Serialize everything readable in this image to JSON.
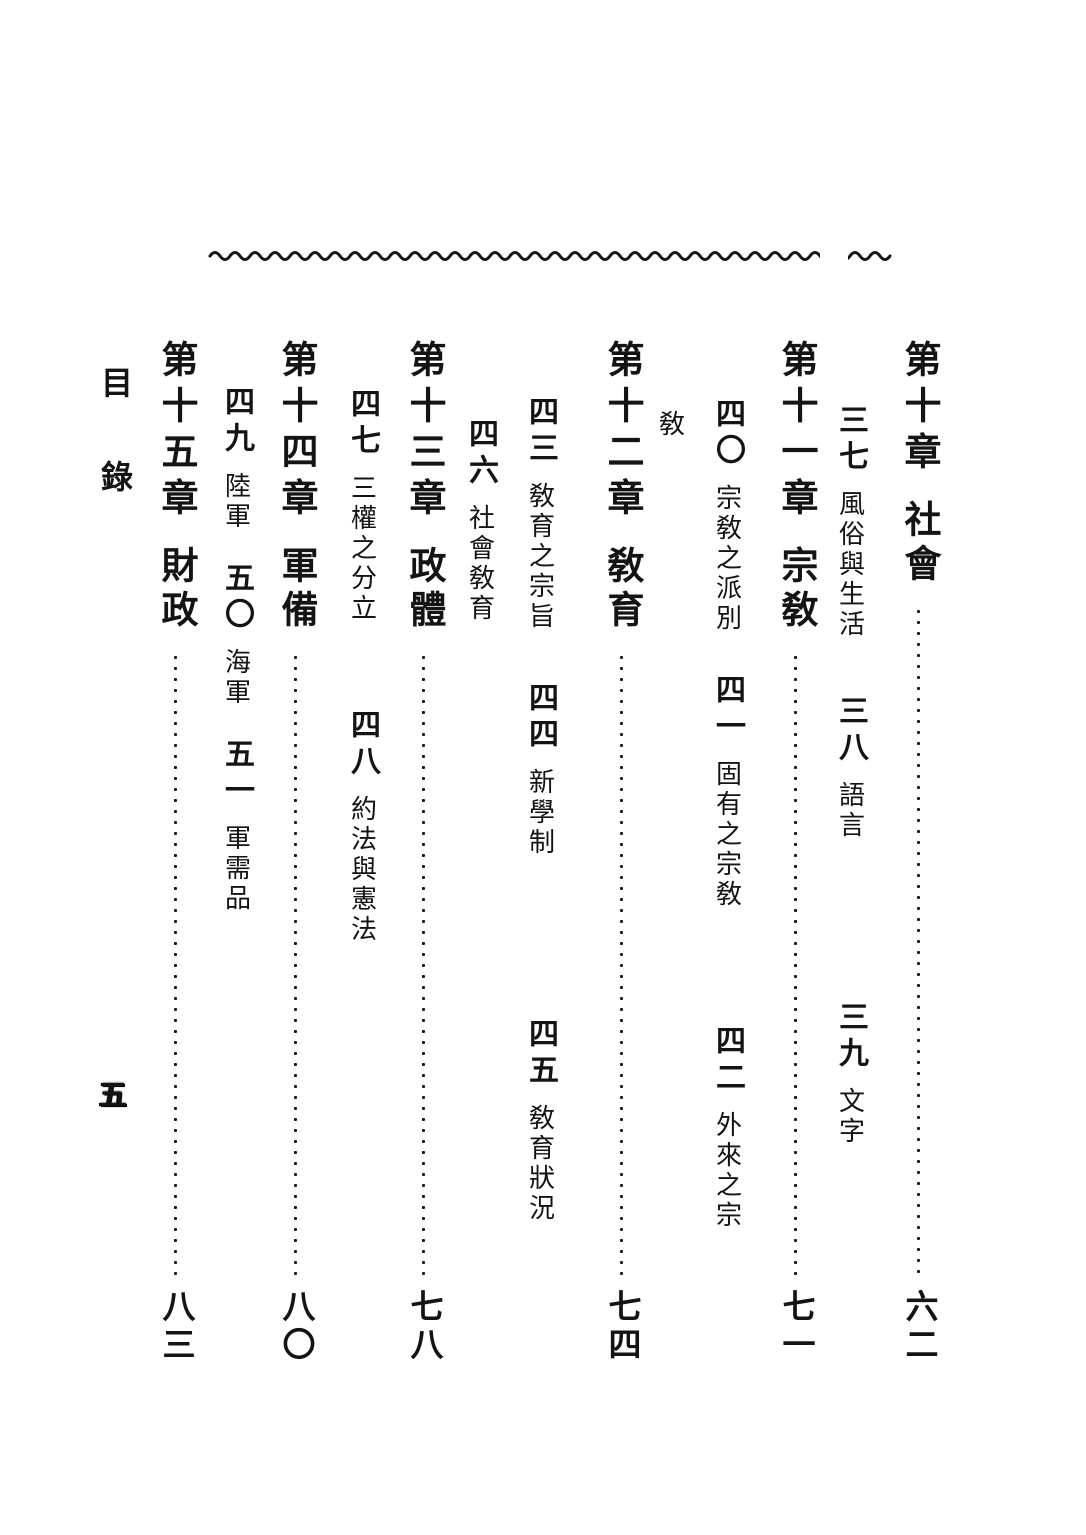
{
  "header": {
    "label": "目錄"
  },
  "folio": "五",
  "ink": "#141414",
  "paper": "#ffffff",
  "toc": [
    {
      "chapter": "第十章",
      "title": "社會",
      "page": "六二",
      "sections": [
        {
          "num": "三七",
          "label": "風俗與生活"
        },
        {
          "num": "三八",
          "label": "語言"
        },
        {
          "num": "三九",
          "label": "文字"
        }
      ]
    },
    {
      "chapter": "第十一章",
      "title": "宗敎",
      "page": "七一",
      "sections": [
        {
          "num": "四〇",
          "label": "宗敎之派別"
        },
        {
          "num": "四一",
          "label": "固有之宗敎"
        },
        {
          "num": "四二",
          "label": "外來之宗敎",
          "label_line1": "外來之宗",
          "label_line2": "敎"
        }
      ]
    },
    {
      "chapter": "第十二章",
      "title": "敎育",
      "page": "七四",
      "sections": [
        {
          "num": "四三",
          "label": "敎育之宗旨"
        },
        {
          "num": "四四",
          "label": "新學制"
        },
        {
          "num": "四五",
          "label": "敎育狀況"
        },
        {
          "num": "四六",
          "label": "社會敎育"
        }
      ]
    },
    {
      "chapter": "第十三章",
      "title": "政體",
      "page": "七八",
      "sections": [
        {
          "num": "四七",
          "label": "三權之分立"
        },
        {
          "num": "四八",
          "label": "約法與憲法"
        }
      ]
    },
    {
      "chapter": "第十四章",
      "title": "軍備",
      "page": "八〇",
      "sections": [
        {
          "num": "四九",
          "label": "陸軍"
        },
        {
          "num": "五〇",
          "label": "海軍"
        },
        {
          "num": "五一",
          "label": "軍需品"
        }
      ]
    },
    {
      "chapter": "第十五章",
      "title": "財政",
      "page": "八三",
      "sections": []
    }
  ]
}
